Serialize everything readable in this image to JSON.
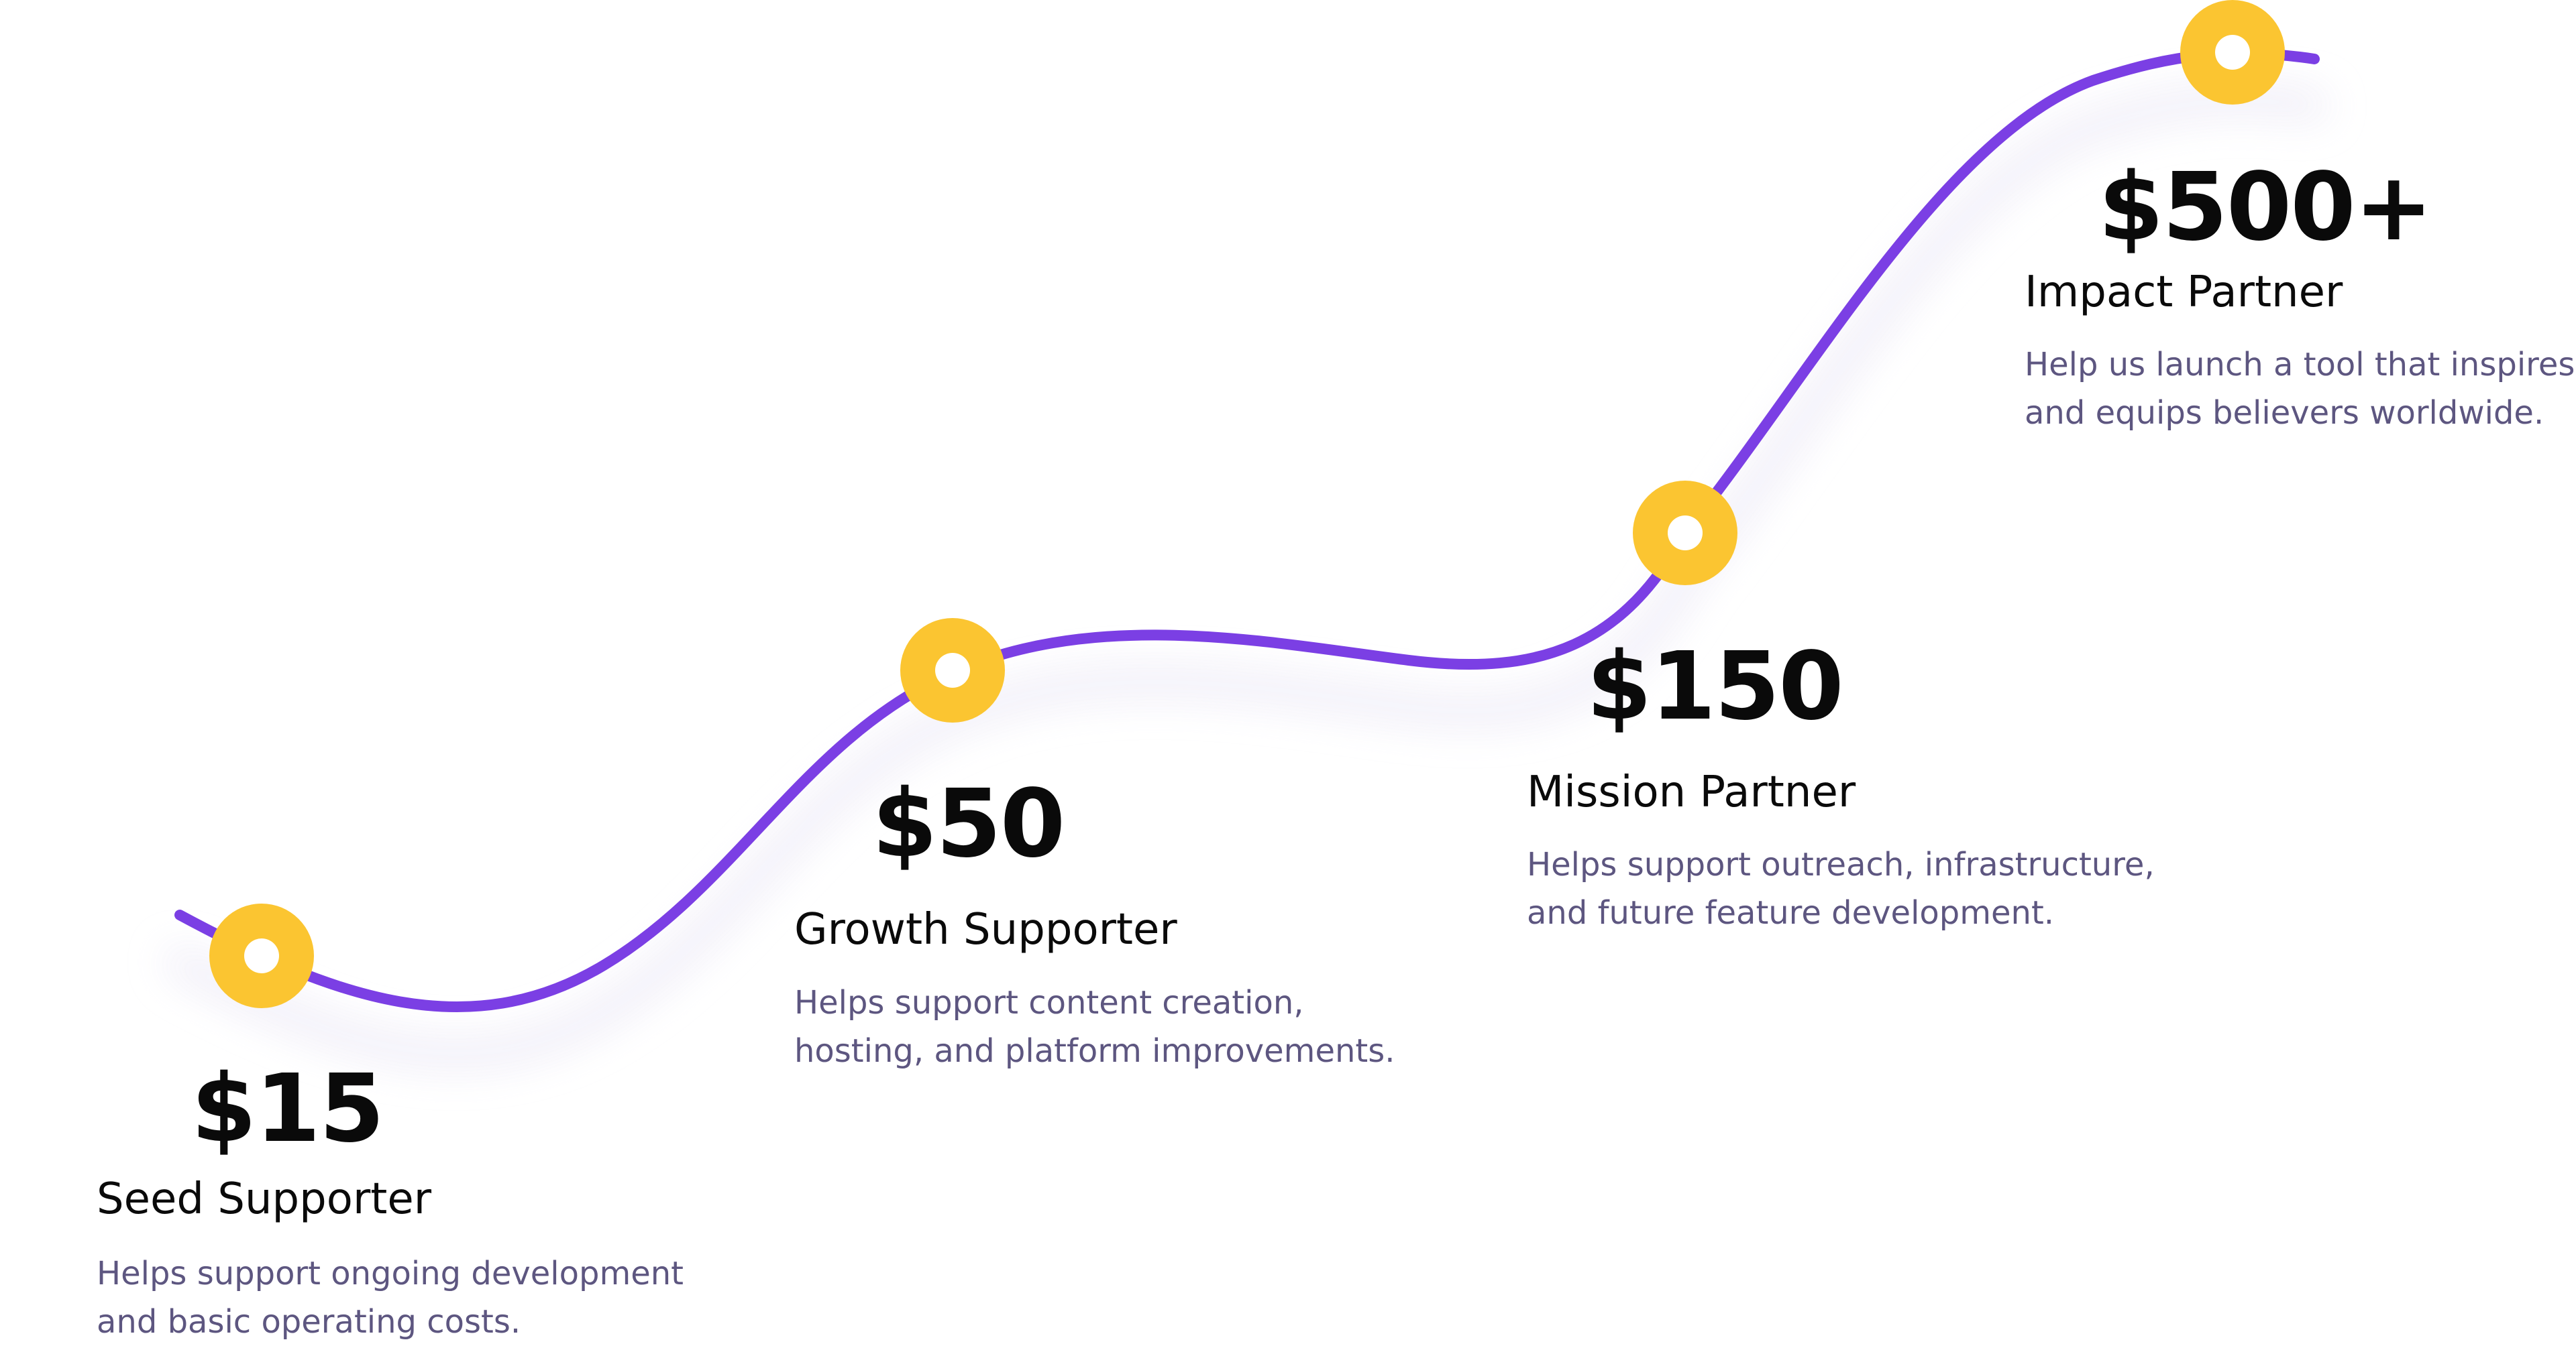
{
  "colors": {
    "path": "#7b3fe4",
    "node_ring": "#fbc531",
    "node_center": "#ffffff",
    "amount_text": "#0a0a0a",
    "name_text": "#0a0a0a",
    "description_text": "#5d5680"
  },
  "tiers": [
    {
      "amount": "$15",
      "name": "Seed Supporter",
      "description_lines": [
        "Helps support ongoing development",
        "and basic operating costs."
      ]
    },
    {
      "amount": "$50",
      "name": "Growth Supporter",
      "description_lines": [
        "Helps support content creation,",
        "hosting, and platform improvements."
      ]
    },
    {
      "amount": "$150",
      "name": "Mission Partner",
      "description_lines": [
        "Helps support outreach, infrastructure,",
        "and future feature development."
      ]
    },
    {
      "amount": "$500+",
      "name": "Impact Partner",
      "description_lines": [
        "Help us launch a tool that inspires",
        "and equips believers worldwide."
      ]
    }
  ]
}
